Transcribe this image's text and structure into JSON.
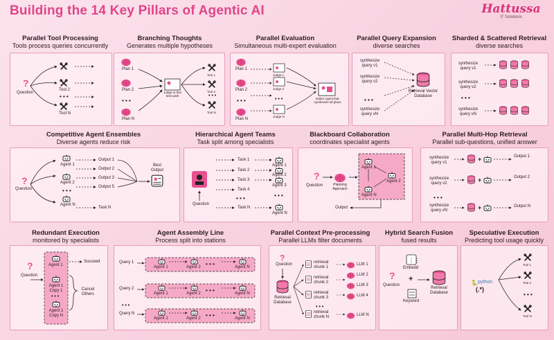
{
  "title": "Building the 14 Key Pillars of Agentic AI",
  "logo": {
    "brand": "Hattussa",
    "sub": "IT Solutions"
  },
  "colors": {
    "accent": "#e0458a",
    "panel_border": "#e79bb8",
    "brain": "#e8508f"
  },
  "p1": {
    "title": "Parallel Tool Processing",
    "subtitle": "Tools process queries concurrently",
    "question": "Question",
    "tool2": "Tool 2",
    "toolN": "Tool N"
  },
  "p2": {
    "title": "Branching Thoughts",
    "subtitle": "Generates multiple hypotheses",
    "plan1": "Plan 1",
    "plan2": "Plan 2",
    "planN": "Plan N",
    "judge": "Judge to find best path",
    "tool1": "Tool 1",
    "tool2": "Tool 2",
    "toolN": "Tool N"
  },
  "p3": {
    "title": "Parallel Evaluation",
    "subtitle": "Simultaneous multi-expert evaluation",
    "plan1": "Plan 1",
    "plan2": "Plan 2",
    "planN": "Plan N",
    "judge1": "Judge 1",
    "judge2": "Judge 2",
    "judgeN": "Judge N",
    "editor": "Editor Agent that synthesize all plans"
  },
  "p4": {
    "title": "Parallel Query Expansion",
    "subtitle": "diverse searches",
    "q1": "synthesize query v1",
    "q2": "synthesize query v2",
    "qN": "synthesize query vN",
    "db": "Retrieval Vector Database"
  },
  "p5": {
    "title": "Sharded & Scattered Retrieval",
    "subtitle": "diverse searches",
    "q1": "synthesize query v1",
    "q2": "synthesize query v2",
    "qN": "synthesize query vN"
  },
  "p6": {
    "title": "Competitive Agent Ensembles",
    "subtitle": "Diverse agents reduce risk",
    "question": "Question",
    "agent1": "Agent 1",
    "agent2": "Agent 2",
    "agentN": "Agent N",
    "outputs": [
      "Output 1",
      "Output 2",
      "Output 3",
      "Output 5",
      "Task N"
    ],
    "best": "Best Output"
  },
  "p7": {
    "title": "Hierarchical Agent Teams",
    "subtitle": "Task split among specialists",
    "question": "Question",
    "tasks": [
      "Task 1",
      "Task 2",
      "Task 3",
      "Task 4",
      "Task N"
    ],
    "agents": [
      "Agent 1",
      "Agent 2",
      "Agent 3",
      "Agent N"
    ]
  },
  "p8": {
    "title": "Blackboard Collaboration",
    "subtitle": "coordinates specialist agents",
    "question": "Question",
    "planning": "Planning Approach",
    "agent1": "Agent 1",
    "agent2": "Agent 2",
    "agentN": "Agent N",
    "output": "Output"
  },
  "p9": {
    "title": "Parallel Multi-Hop Retrieval",
    "subtitle": "Parallel sub-questions, unified answer",
    "q1": "synthesize query v1",
    "q2": "synthesize query v2",
    "qN": "synthesize query vN",
    "out1": "Output 1",
    "out2": "Output 2",
    "outN": "Output N"
  },
  "p10": {
    "title": "Redundant Execution",
    "subtitle": "monitored by specialists",
    "question": "Question",
    "agent1": "Agent 1",
    "agent1copy1": "Agent 1 Copy 1",
    "agent1copyN": "Agent 1 Copy N",
    "succeed": "Succeed",
    "cancel": "Cancel Others"
  },
  "p11": {
    "title": "Agent Assembly Line",
    "subtitle": "Process split into stations",
    "query1": "Query 1",
    "query2": "Query 2",
    "queryN": "Query N",
    "agent1": "Agent 1",
    "agent2": "Agent 2",
    "agentN": "Agent N"
  },
  "p12": {
    "title": "Parallel Context Pre-processing",
    "subtitle": "Parallel LLMs filter documents",
    "question": "Question",
    "db": "Retrieval Database",
    "chunks": [
      "retrieval chunk 1",
      "retrieval chunk 2",
      "retrieval chunk 3",
      "retrieval chunk N"
    ],
    "llms": [
      "LLM 1",
      "LLM 2",
      "LLM 3",
      "LLM 4",
      "LLM N"
    ]
  },
  "p13": {
    "title": "Hybrid Search Fusion",
    "subtitle": "fused results",
    "question": "Question",
    "embedd": "Embedd",
    "keyword": "Keyword",
    "db": "Retrieval Database"
  },
  "p14": {
    "title": "Speculative Execution",
    "subtitle": "Predicting tool usage quickly",
    "python": "python",
    "regex": "(.*)",
    "tool1": "Tool 1",
    "tool2": "Tool 2",
    "toolN": "Tool N"
  }
}
